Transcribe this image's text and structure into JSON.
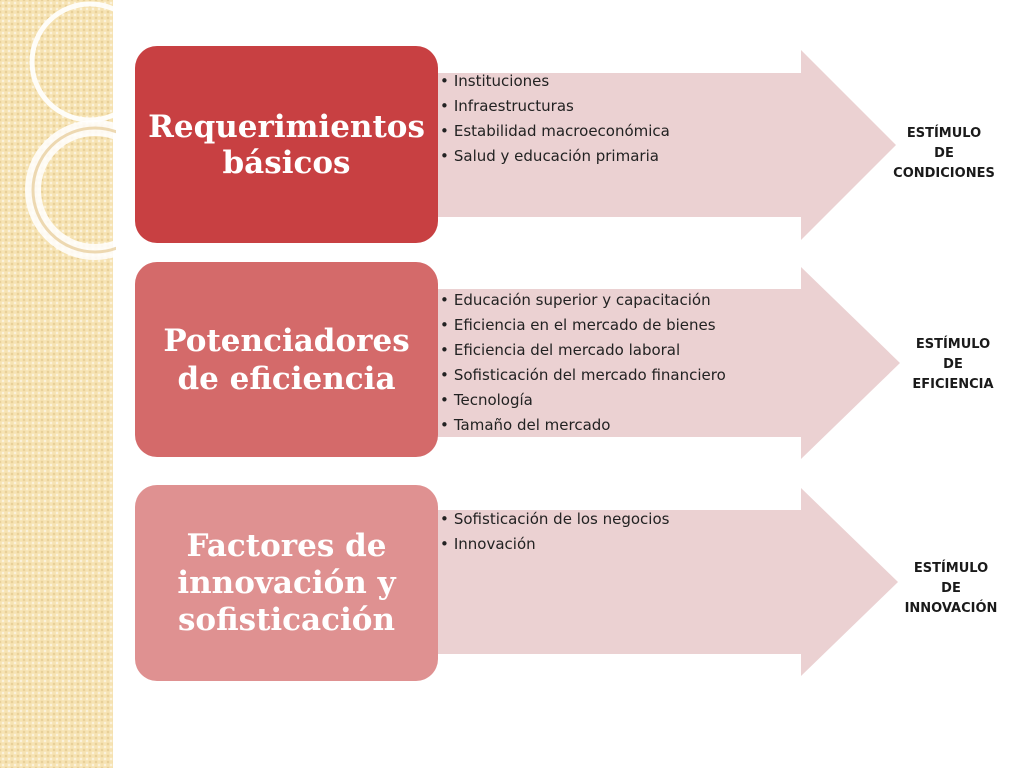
{
  "colors": {
    "block_1": "#c84042",
    "block_2": "#d46a6a",
    "block_3": "#df9191",
    "arrow_fill": "#ebd1d2",
    "background_strip": "#f6e3b3"
  },
  "rows": [
    {
      "title": "Requerimientos básicos",
      "items": [
        "Instituciones",
        "Infraestructuras",
        "Estabilidad macroeconómica",
        "Salud y educación primaria"
      ],
      "stimulus": [
        "ESTÍMULO",
        "DE",
        "CONDICIONES"
      ]
    },
    {
      "title": "Potenciadores de eficiencia",
      "items": [
        "Educación superior y capacitación",
        "Eficiencia en el mercado de bienes",
        "Eficiencia del mercado laboral",
        "Sofisticación del mercado financiero",
        "Tecnología",
        "Tamaño del mercado"
      ],
      "stimulus": [
        "ESTÍMULO",
        "DE",
        "EFICIENCIA"
      ]
    },
    {
      "title": "Factores de innovación y sofisticación",
      "items": [
        "Sofisticación de los negocios",
        "Innovación"
      ],
      "stimulus": [
        "ESTÍMULO",
        "DE",
        "INNOVACIÓN"
      ]
    }
  ]
}
